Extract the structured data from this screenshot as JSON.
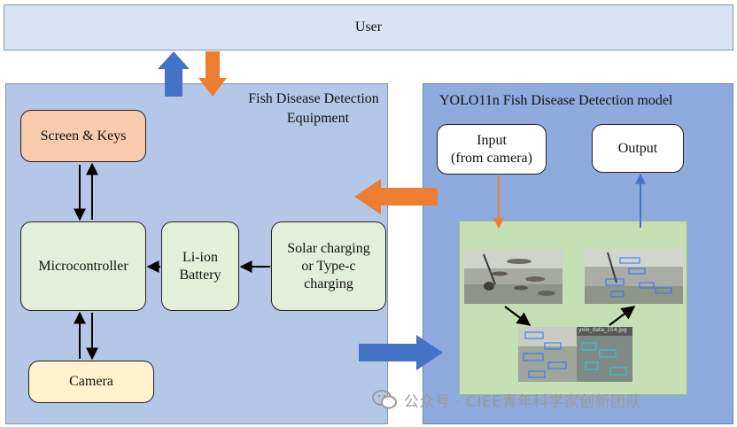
{
  "user": {
    "label": "User"
  },
  "left_panel": {
    "title_line1": "Fish Disease Detection",
    "title_line2": "Equipment",
    "screen_keys": "Screen & Keys",
    "microcontroller": "Microcontroller",
    "battery_line1": "Li-ion",
    "battery_line2": "Battery",
    "solar_line1": "Solar charging",
    "solar_line2": "or Type-c",
    "solar_line3": "charging",
    "camera": "Camera"
  },
  "right_panel": {
    "title": "YOLO11n Fish Disease Detection model",
    "input_line1": "Input",
    "input_line2": "(from camera)",
    "output": "Output",
    "photo_caption": "yolo_data_154.jpg"
  },
  "watermark": {
    "text": "公众号 · CIEE青年科学家创新团队"
  },
  "colors": {
    "up_arrow": "#4472c4",
    "down_arrow": "#ed7d31",
    "equipment_panel": "#b4c7e7",
    "model_panel": "#8faadc",
    "screen_box": "#f8cbad",
    "camera_box": "#fff2cc",
    "green_box": "#e2f0d9",
    "result_area": "#c5e0b4"
  }
}
